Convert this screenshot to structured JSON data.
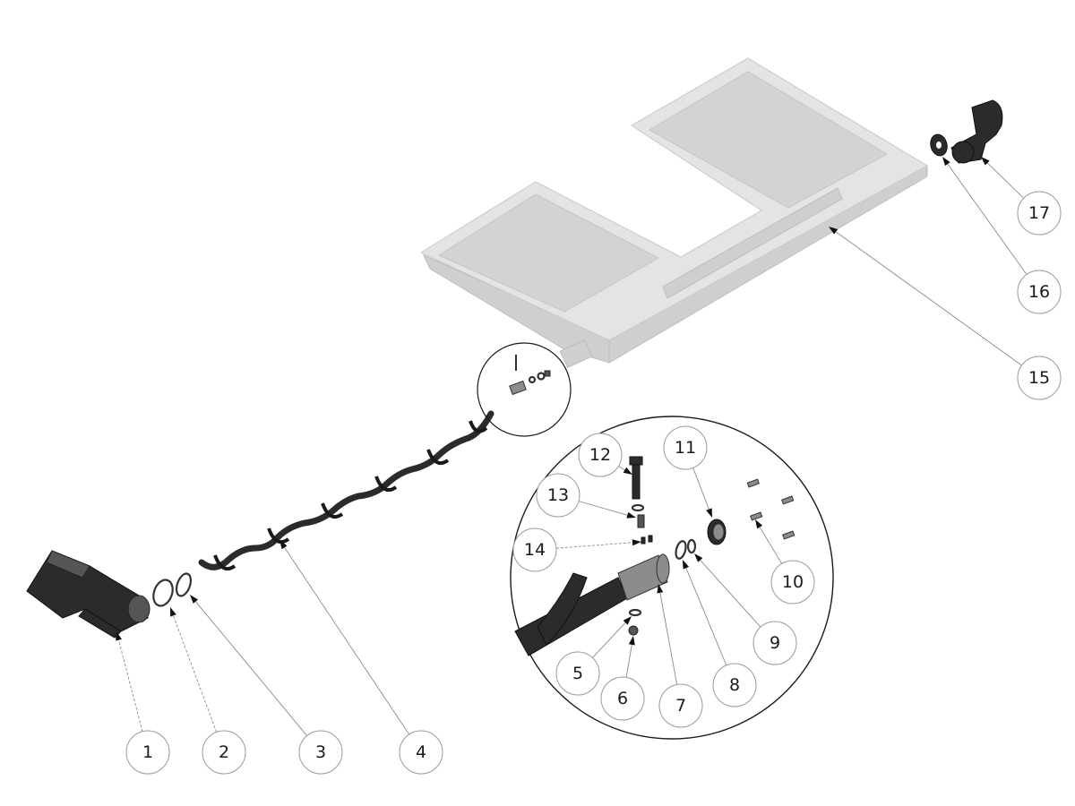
{
  "callouts": [
    {
      "id": "1",
      "label": "1"
    },
    {
      "id": "2",
      "label": "2"
    },
    {
      "id": "3",
      "label": "3"
    },
    {
      "id": "4",
      "label": "4"
    },
    {
      "id": "5",
      "label": "5"
    },
    {
      "id": "6",
      "label": "6"
    },
    {
      "id": "7",
      "label": "7"
    },
    {
      "id": "8",
      "label": "8"
    },
    {
      "id": "9",
      "label": "9"
    },
    {
      "id": "10",
      "label": "10"
    },
    {
      "id": "11",
      "label": "11"
    },
    {
      "id": "12",
      "label": "12"
    },
    {
      "id": "13",
      "label": "13"
    },
    {
      "id": "14",
      "label": "14"
    },
    {
      "id": "15",
      "label": "15"
    },
    {
      "id": "16",
      "label": "16"
    },
    {
      "id": "17",
      "label": "17"
    }
  ],
  "colors": {
    "parts_dark": "#2b2b2b",
    "tray": "#e4e4e4",
    "callout_stroke": "#9a9a9a"
  }
}
